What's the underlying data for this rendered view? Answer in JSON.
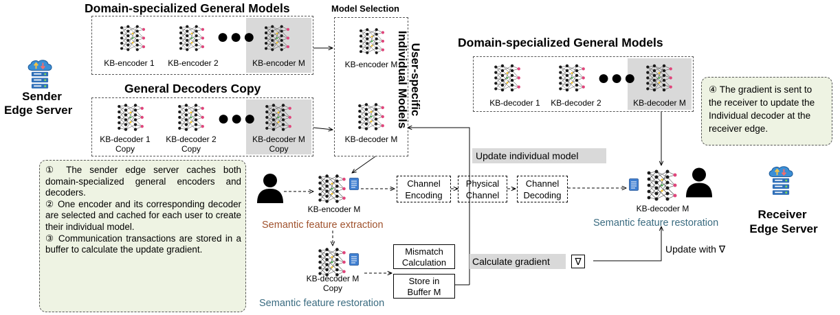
{
  "sender": {
    "line1": "Sender",
    "line2": "Edge Server"
  },
  "receiver": {
    "line1": "Receiver",
    "line2": "Edge Server"
  },
  "encoders_panel": {
    "title": "Domain-specialized General Models",
    "items": [
      "KB-encoder 1",
      "KB-encoder 2",
      "KB-encoder M"
    ]
  },
  "decoders_copy_panel": {
    "title": "General Decoders Copy",
    "items": [
      {
        "line1": "KB-decoder 1",
        "line2": "Copy"
      },
      {
        "line1": "KB-decoder 2",
        "line2": "Copy"
      },
      {
        "line1": "KB-decoder M",
        "line2": "Copy"
      }
    ]
  },
  "model_selection": {
    "title": "Model Selection",
    "side_line1": "User-specific",
    "side_line2": "Individual Models",
    "encoder": "KB-encoder M",
    "decoder": "KB-decoder M"
  },
  "receiver_panel": {
    "title": "Domain-specialized General Models",
    "items": [
      "KB-decoder 1",
      "KB-decoder 2",
      "KB-decoder M"
    ]
  },
  "receiver_note": "④ The gradient is sent to the receiver to update the Individual decoder at the receiver edge.",
  "sender_note": [
    "① The sender edge server caches both domain-specialized general encoders and decoders.",
    "② One encoder and its corresponding decoder are selected and cached for each user to create their individual model.",
    "③ Communication transactions are stored in a buffer to calculate the update gradient."
  ],
  "pipeline": {
    "encoder_label": "KB-encoder M",
    "extraction_label": "Semantic feature extraction",
    "channel_encoding": {
      "line1": "Channel",
      "line2": "Encoding"
    },
    "physical_channel": {
      "line1": "Physical",
      "line2": "Channel"
    },
    "channel_decoding": {
      "line1": "Channel",
      "line2": "Decoding"
    },
    "receiver_decoder_label": "KB-decoder M",
    "restoration_label_receiver": "Semantic feature restoration",
    "decoder_copy_line1": "KB-decoder M",
    "decoder_copy_line2": "Copy",
    "restoration_label_sender": "Semantic feature restoration",
    "mismatch": {
      "line1": "Mismatch",
      "line2": "Calculation"
    },
    "buffer": {
      "line1": "Store in",
      "line2": "Buffer M"
    },
    "update_individual": "Update individual model",
    "calculate_gradient": "Calculate gradient",
    "gradient_symbol": "∇",
    "update_with": "Update with ∇"
  },
  "colors": {
    "panel_gray": "#d9d9d9",
    "note_bg": "#eef3e3",
    "extraction_text": "#a0522d",
    "restoration_text": "#3a6b80",
    "server_icon": "#3b8fd6"
  }
}
